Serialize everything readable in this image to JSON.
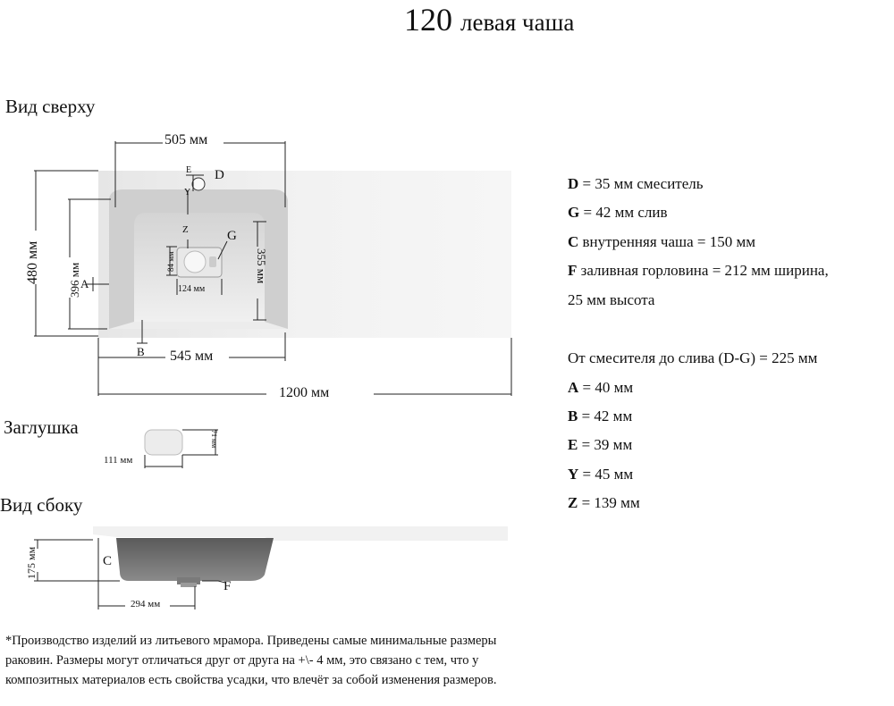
{
  "title": {
    "number": "120",
    "text": "левая чаша"
  },
  "sections": {
    "top_view": "Вид сверху",
    "plug": "Заглушка",
    "side_view": "Вид сбоку"
  },
  "dimensions": {
    "bowl_width": "505 мм",
    "depth_total": "480 мм",
    "depth_inner": "396 мм",
    "bowl_inner_height": "355 мм",
    "left_part": "545 мм",
    "total_width": "1200 мм",
    "plug_w": "124 мм",
    "plug_h": "84 мм",
    "plug_part_w": "111 мм",
    "plug_part_h": "71 мм",
    "side_height": "175 мм",
    "side_width": "294 мм"
  },
  "markers": {
    "E": "E",
    "D": "D",
    "Y": "Y",
    "Z": "Z",
    "G": "G",
    "A": "A",
    "B": "B",
    "C": "C",
    "F": "F"
  },
  "specs": [
    {
      "key": "D",
      "value": " = 35 мм смеситель"
    },
    {
      "key": "G",
      "value": " = 42 мм слив"
    },
    {
      "key": "C",
      "value": " внутренняя чаша = 150 мм"
    },
    {
      "key": "F",
      "value": " заливная горловина = 212 мм ширина,"
    },
    {
      "key": "",
      "value": "25 мм высота"
    },
    {
      "key": "",
      "value": "От смесителя до слива (D-G) = 225 мм"
    },
    {
      "key": "A",
      "value": " = 40 мм"
    },
    {
      "key": "B",
      "value": " = 42 мм"
    },
    {
      "key": "E",
      "value": " = 39 мм"
    },
    {
      "key": "Y",
      "value": " = 45 мм"
    },
    {
      "key": "Z",
      "value": " = 139 мм"
    }
  ],
  "note": "*Производство изделий из литьевого мрамора. Приведены самые минимальные размеры раковин. Размеры могут отличаться друг от друга на +\\- 4 мм, это связано с тем, что у композитных материалов есть свойства усадки, что влечёт за собой изменения размеров."
}
